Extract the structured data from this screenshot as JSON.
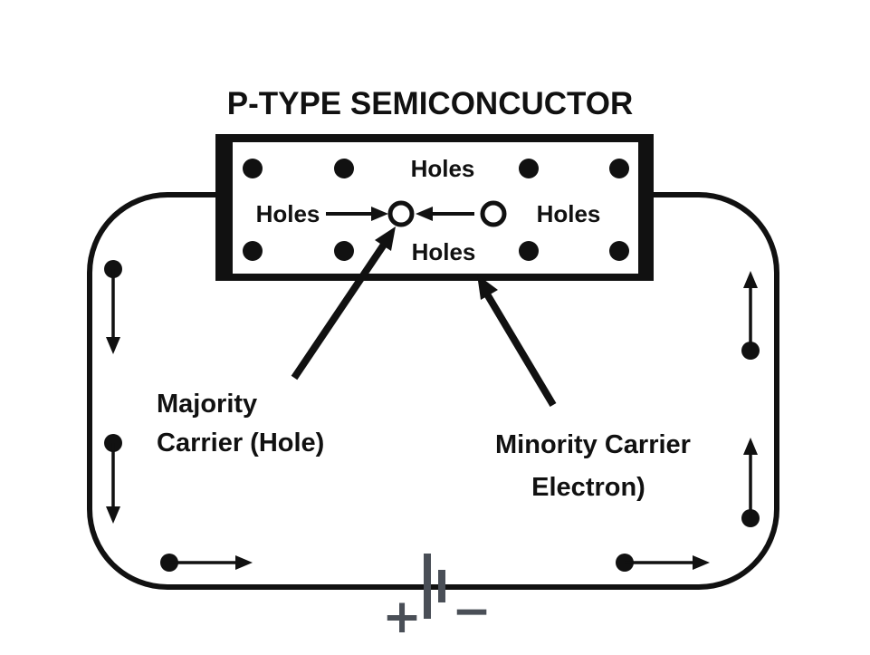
{
  "title": "P-TYPE SEMICONCUCTOR",
  "colors": {
    "ink": "#111111",
    "background": "#ffffff",
    "battery_gray": "#4a4f57"
  },
  "semiconductor_box": {
    "holes_top": "Holes",
    "holes_left": "Holes",
    "holes_right": "Holes",
    "holes_bottom": "Holes",
    "filled_hole_dot_count": 8,
    "vacancy_circle_count": 2
  },
  "labels": {
    "majority_line1": "Majority",
    "majority_line2": "Carrier (Hole)",
    "minority_line1": "Minority Carrier",
    "minority_line2": "Electron)"
  },
  "battery": {
    "positive": "+",
    "negative": "−"
  }
}
